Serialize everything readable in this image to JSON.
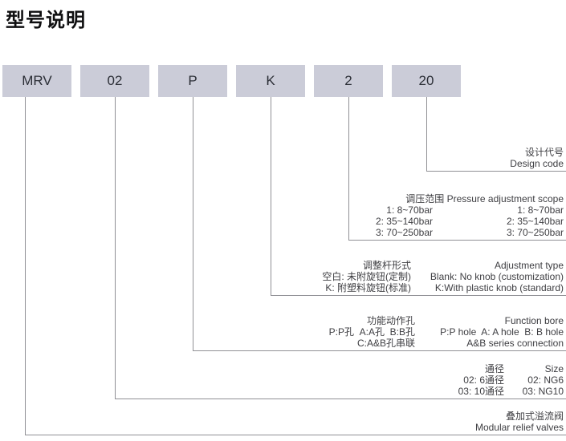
{
  "page_title": "型号说明",
  "model_code": {
    "boxes": [
      {
        "id": "series",
        "label": "MRV"
      },
      {
        "id": "size",
        "label": "02"
      },
      {
        "id": "function-bore",
        "label": "P"
      },
      {
        "id": "adjustment",
        "label": "K"
      },
      {
        "id": "pressure",
        "label": "2"
      },
      {
        "id": "design-code",
        "label": "20"
      }
    ]
  },
  "legend": {
    "design_code": {
      "cn": "设计代号",
      "en": "Design code"
    },
    "pressure_adjustment_scope": {
      "title": "调压范围 Pressure adjustment scope",
      "rows": [
        {
          "cn": "1: 8~70bar",
          "en": "1: 8~70bar"
        },
        {
          "cn": "2: 35~140bar",
          "en": "2: 35~140bar"
        },
        {
          "cn": "3: 70~250bar",
          "en": "3: 70~250bar"
        }
      ]
    },
    "adjustment_type": {
      "title_cn": "调整杆形式",
      "title_en": "Adjustment type",
      "rows": [
        {
          "cn": "空白: 未附旋钮(定制)",
          "en": "Blank: No knob (customization)"
        },
        {
          "cn": "K: 附塑料旋钮(标准)",
          "en": "K:With plastic knob (standard)"
        }
      ]
    },
    "function_bore": {
      "title_cn": "功能动作孔",
      "title_en": "Function bore",
      "rows": [
        {
          "cn": "P:P孔  A:A孔  B:B孔",
          "en": "P:P hole  A: A hole  B: B hole"
        },
        {
          "cn": "C:A&B孔串联",
          "en": "A&B series connection"
        }
      ]
    },
    "size": {
      "title_cn": "通径",
      "title_en": "Size",
      "rows": [
        {
          "cn": "02: 6通径",
          "en": "02: NG6"
        },
        {
          "cn": "03: 10通径",
          "en": "03: NG10"
        }
      ]
    },
    "product": {
      "cn": "叠加式溢流阀",
      "en": "Modular relief valves"
    }
  },
  "colors": {
    "box_fill": "#cbccd8",
    "box_text": "#2b2e36",
    "connector_line": "#909095",
    "label_text": "#3e3e42",
    "title_text": "#0f0f10",
    "background": "#ffffff"
  }
}
